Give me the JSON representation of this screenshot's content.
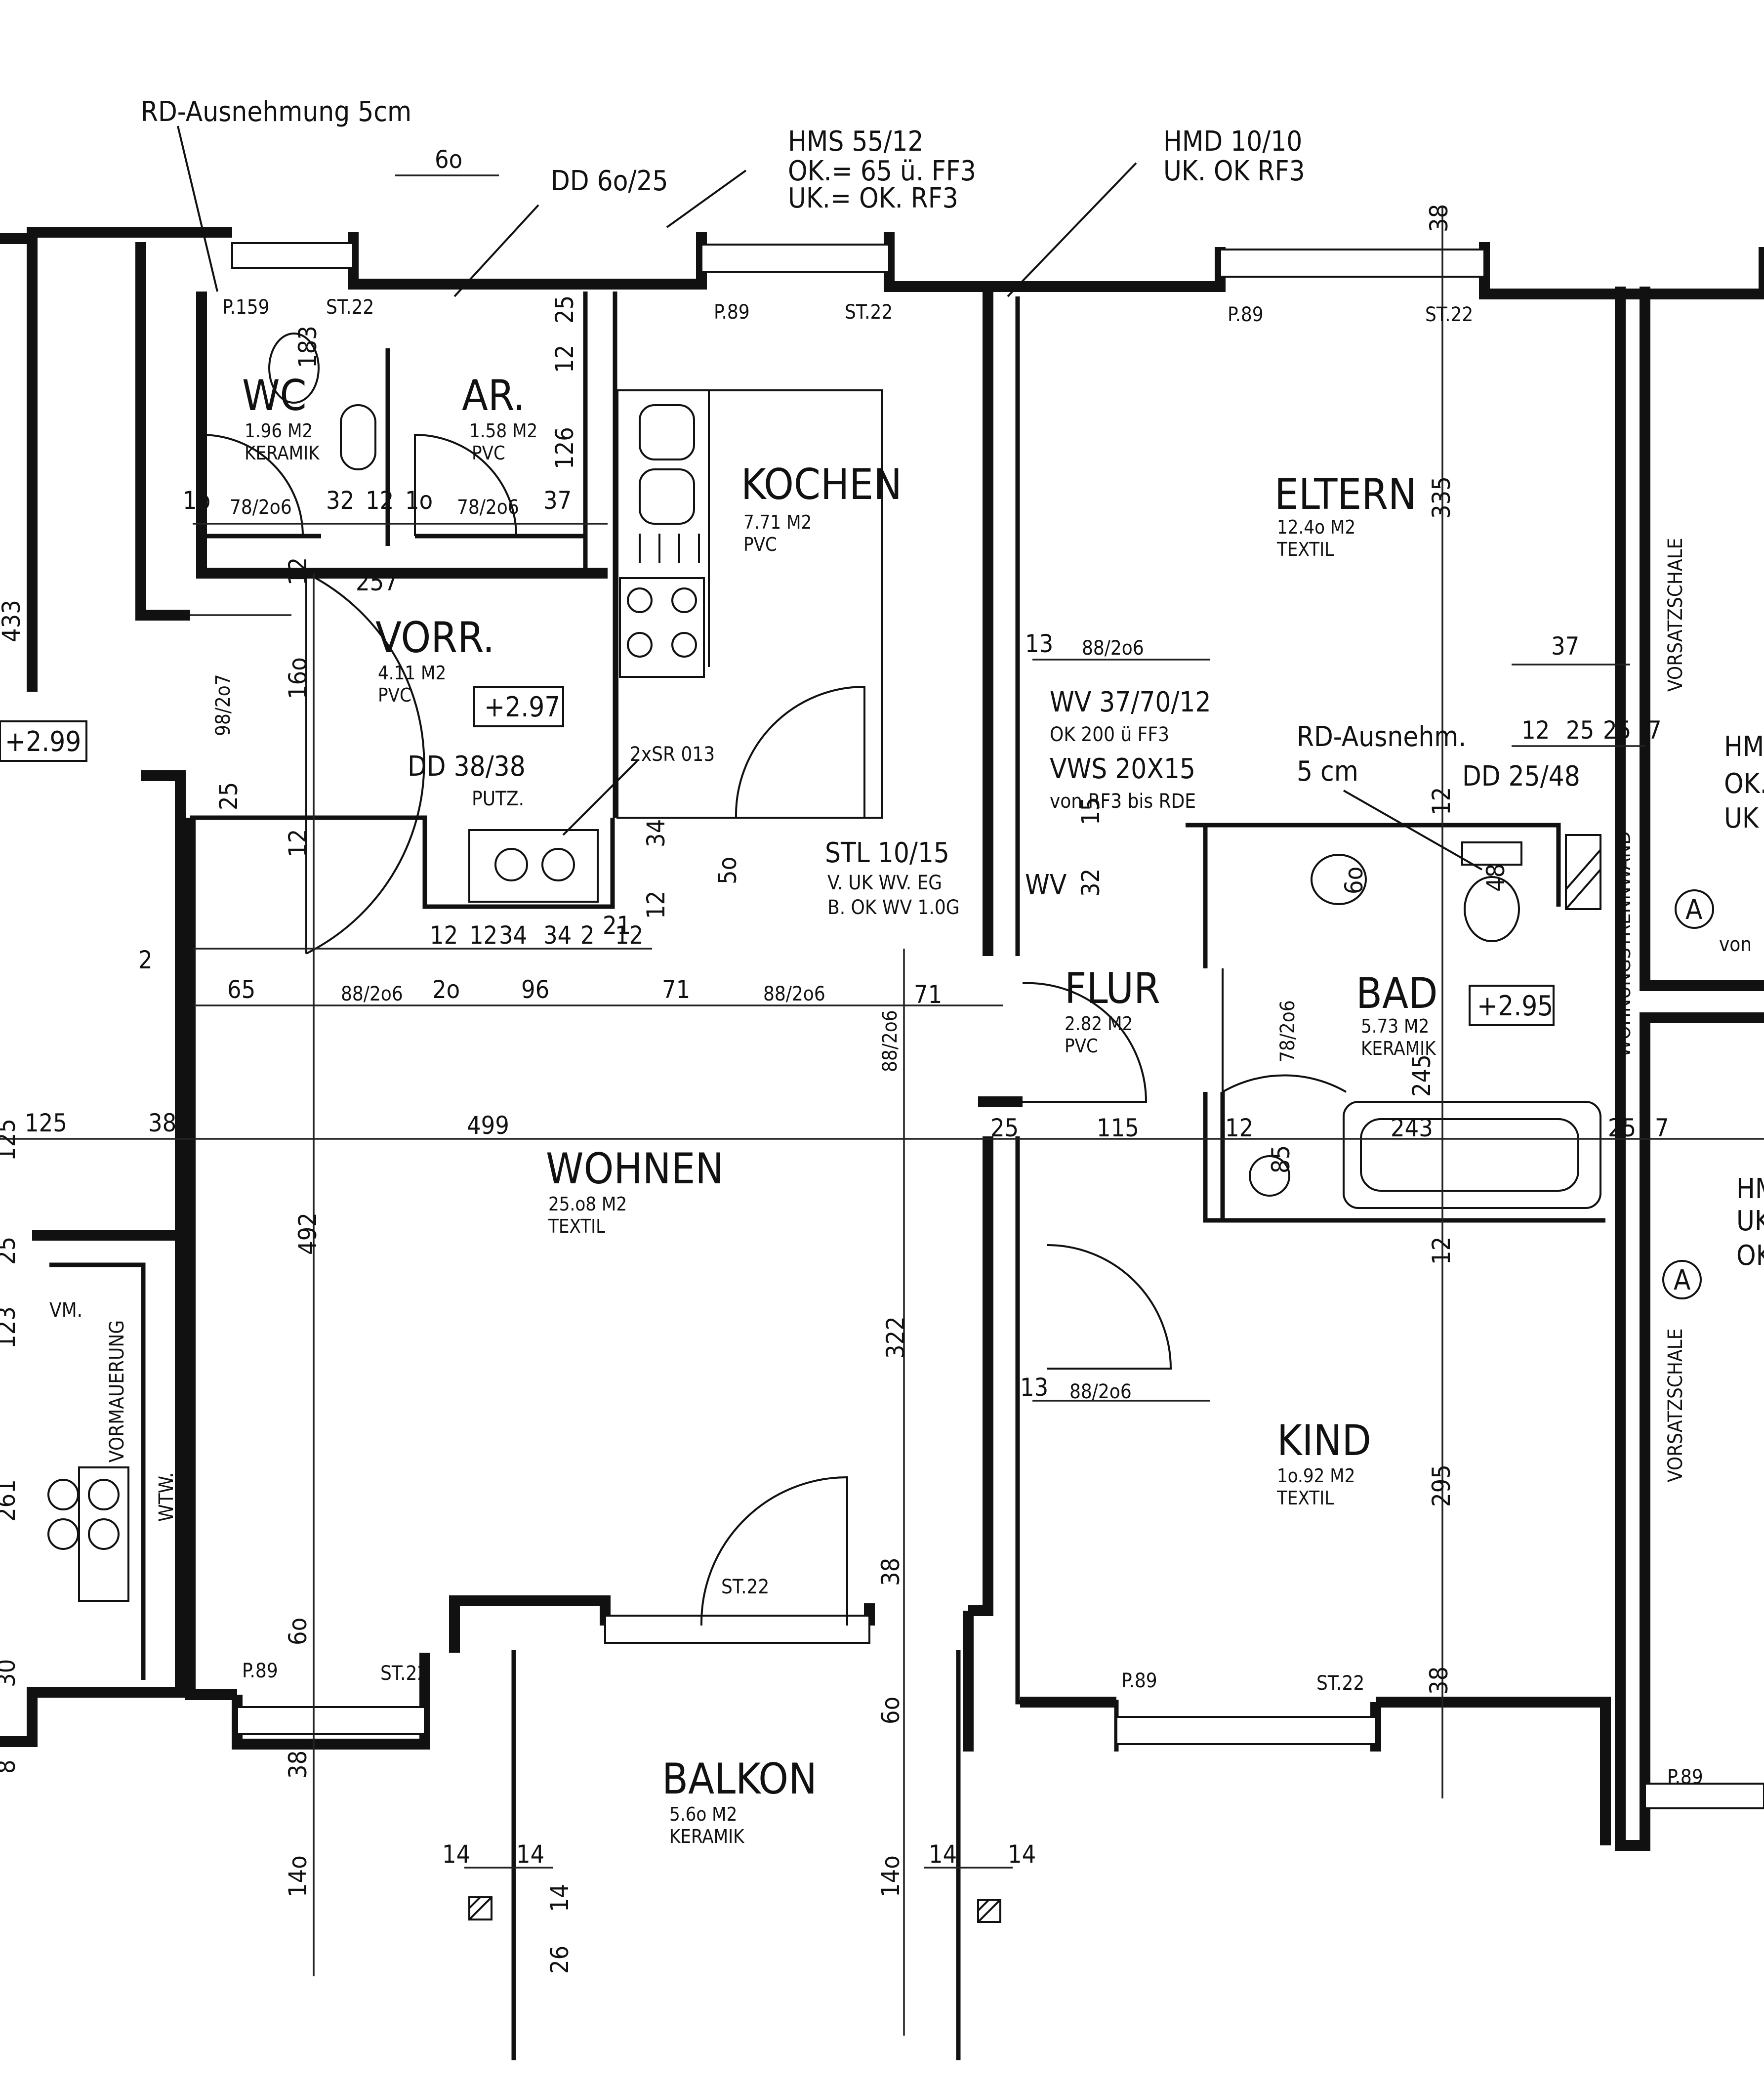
{
  "rooms": {
    "wc": {
      "name": "WC",
      "area": "1.96 M2",
      "floor": "KERAMIK"
    },
    "ar": {
      "name": "AR.",
      "area": "1.58 M2",
      "floor": "PVC"
    },
    "kochen": {
      "name": "KOCHEN",
      "area": "7.71 M2",
      "floor": "PVC"
    },
    "eltern": {
      "name": "ELTERN",
      "area": "12.4o M2",
      "floor": "TEXTIL"
    },
    "vorr": {
      "name": "VORR.",
      "area": "4.11 M2",
      "floor": "PVC"
    },
    "flur": {
      "name": "FLUR",
      "area": "2.82 M2",
      "floor": "PVC"
    },
    "bad": {
      "name": "BAD",
      "area": "5.73 M2",
      "floor": "KERAMIK"
    },
    "wohnen": {
      "name": "WOHNEN",
      "area": "25.o8 M2",
      "floor": "TEXTIL"
    },
    "kind": {
      "name": "KIND",
      "area": "1o.92 M2",
      "floor": "TEXTIL"
    },
    "balkon": {
      "name": "BALKON",
      "area": "5.6o M2",
      "floor": "KERAMIK"
    }
  },
  "notes": {
    "rd_ausnehmung": "RD-Ausnehmung 5cm",
    "dd_60_25": "DD 6o/25",
    "hms_1": "HMS 55/12",
    "hms_2": "OK.= 65 ü. FF3",
    "hms_3": "UK.= OK. RF3",
    "hmd_1": "HMD 10/10",
    "hmd_2": "UK. OK RF3",
    "dd_38_38": "DD 38/38",
    "putz": "PUTZ.",
    "sr": "2xSR 013",
    "stl_1": "STL 10/15",
    "stl_2": "V. UK WV. EG",
    "stl_3": "B. OK WV 1.0G",
    "wv_1": "WV 37/70/12",
    "wv_2": "OK 200 ü FF3",
    "vws_1": "VWS 20X15",
    "vws_2": "von RF3 bis RDE",
    "wv_label": "WV",
    "rd_ausnehm_1": "RD-Ausnehm.",
    "rd_ausnehm_2": "5 cm",
    "dd_25_48": "DD 25/48",
    "vorsatzschale": "VORSATZSCHALE",
    "wohnungstrennwand": "WOHNUNGSTRENNWAND",
    "vormauerung": "VORMAUERUNG",
    "vm": "VM.",
    "wtw": "WTW.",
    "hm_1": "HM",
    "hm_2": "OK.",
    "hm_3": "UK",
    "hm_4": "HM",
    "hm_5": "UK",
    "hm_6": "OK",
    "von": "von",
    "marker_a": "A"
  },
  "levels": {
    "vorr": "+2.97",
    "bad": "+2.95",
    "left": "+2.99"
  },
  "door_dims": {
    "d_78_206": "78/2o6",
    "d_88_206": "88/2o6",
    "d_98_207": "98/2o7",
    "d_78_206b": "78/2o6"
  },
  "window_tags": {
    "p159": "P.159",
    "p89": "P.89",
    "st22": "ST.22"
  },
  "dimensions": {
    "d60": "6o",
    "d257": "257",
    "d65": "65",
    "d20": "2o",
    "d96": "96",
    "d71": "71",
    "d499": "499",
    "d125": "125",
    "d38": "38",
    "d115": "115",
    "d25": "25",
    "d243": "243",
    "d12": "12",
    "d7": "7",
    "d492": "492",
    "d322": "322",
    "d295": "295",
    "d335": "335",
    "d433": "433",
    "d160": "16o",
    "d126": "126",
    "d140": "14o",
    "d14": "14",
    "d26": "26",
    "d37": "37",
    "d32": "32",
    "d10": "1o",
    "d13": "13",
    "d34": "34",
    "d2": "2",
    "d21": "21",
    "d50": "5o",
    "d85": "85",
    "d245": "245",
    "d48": "48",
    "d30": "30",
    "d261": "261",
    "d15": "15",
    "d183": "183",
    "d123": "123",
    "d8": "8"
  }
}
